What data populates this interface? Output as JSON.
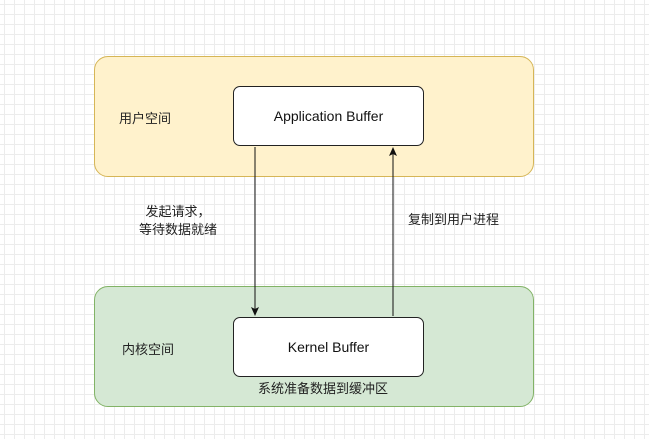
{
  "regions": {
    "user_space": "用户空间",
    "kernel_space": "内核空间"
  },
  "nodes": {
    "application_buffer": "Application Buffer",
    "kernel_buffer": "Kernel Buffer"
  },
  "edges": {
    "request_line1": "发起请求，",
    "request_line2": "等待数据就绪",
    "copy_to_user": "复制到用户进程",
    "kernel_prepare": "系统准备数据到缓冲区"
  },
  "colors": {
    "user_fill": "#fff2cc",
    "user_stroke": "#d6b656",
    "kernel_fill": "#d5e8d4",
    "kernel_stroke": "#82b366"
  }
}
